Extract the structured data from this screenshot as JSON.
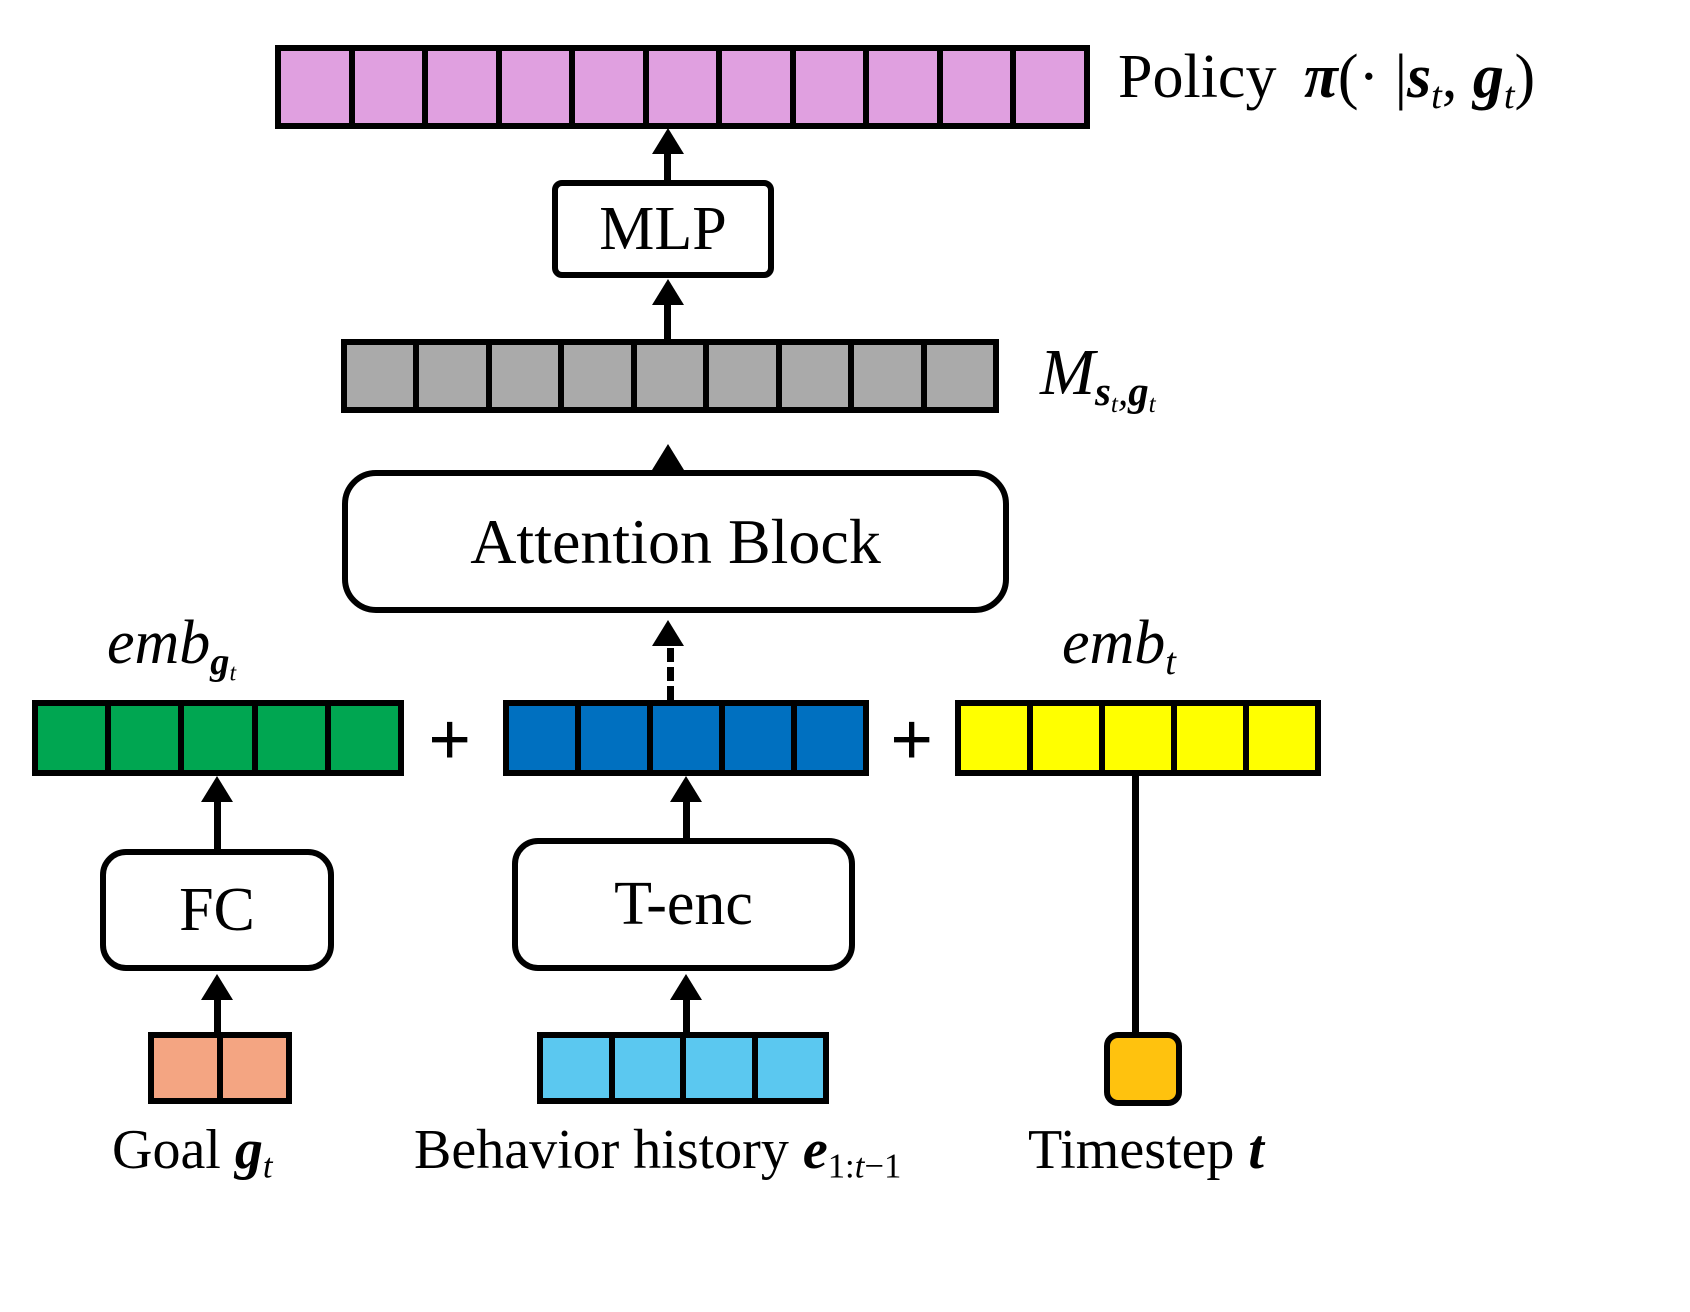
{
  "diagram": {
    "title": "Goal-conditioned policy network architecture",
    "colors": {
      "policy_bar": "#e0a0e0",
      "memory_bar": "#aaaaaa",
      "goal_embedding_bar": "#00a651",
      "history_embedding_bar": "#0070c0",
      "timestep_embedding_bar": "#ffff00",
      "goal_input": "#f4a582",
      "history_input": "#5bc8f0",
      "timestep_input": "#ffc20e",
      "stroke": "#000000",
      "background": "#ffffff"
    },
    "nodes": {
      "policy_bar": {
        "cells": 11,
        "fill": "#e0a0e0"
      },
      "policy_label": "Policy",
      "policy_formula_pi": "π(· |",
      "policy_formula_state": "s",
      "policy_formula_sub_t": "t",
      "policy_formula_comma": ",",
      "policy_formula_goal": "g",
      "policy_formula_close": ")",
      "mlp_box": "MLP",
      "memory_bar": {
        "cells": 9,
        "fill": "#aaaaaa"
      },
      "memory_label_M": "M",
      "memory_label_sub": "s",
      "memory_label_sub_t1": "t",
      "memory_label_sub_comma": ",",
      "memory_label_sub_g": "g",
      "memory_label_sub_t2": "t",
      "attention_block": "Attention Block",
      "emb_goal_label": "emb",
      "emb_goal_sub_g": "g",
      "emb_goal_sub_t": "t",
      "emb_time_label": "emb",
      "emb_time_sub_t": "t",
      "goal_embedding_bar": {
        "cells": 5,
        "fill": "#00a651"
      },
      "history_embedding_bar": {
        "cells": 5,
        "fill": "#0070c0"
      },
      "timestep_embedding_bar": {
        "cells": 5,
        "fill": "#ffff00"
      },
      "plus_left": "+",
      "plus_right": "+",
      "fc_box": "FC",
      "tenc_box": "T-enc",
      "goal_input_bar": {
        "cells": 2,
        "fill": "#f4a582"
      },
      "history_input_bar": {
        "cells": 4,
        "fill": "#5bc8f0"
      },
      "timestep_input_box": {
        "cells": 1,
        "fill": "#ffc20e"
      },
      "goal_caption": "Goal",
      "goal_caption_sym": "g",
      "goal_caption_sub": "t",
      "history_caption": "Behavior history",
      "history_caption_sym": "e",
      "history_caption_sub": "1:t−1",
      "timestep_caption": "Timestep",
      "timestep_caption_sym": "t"
    }
  }
}
